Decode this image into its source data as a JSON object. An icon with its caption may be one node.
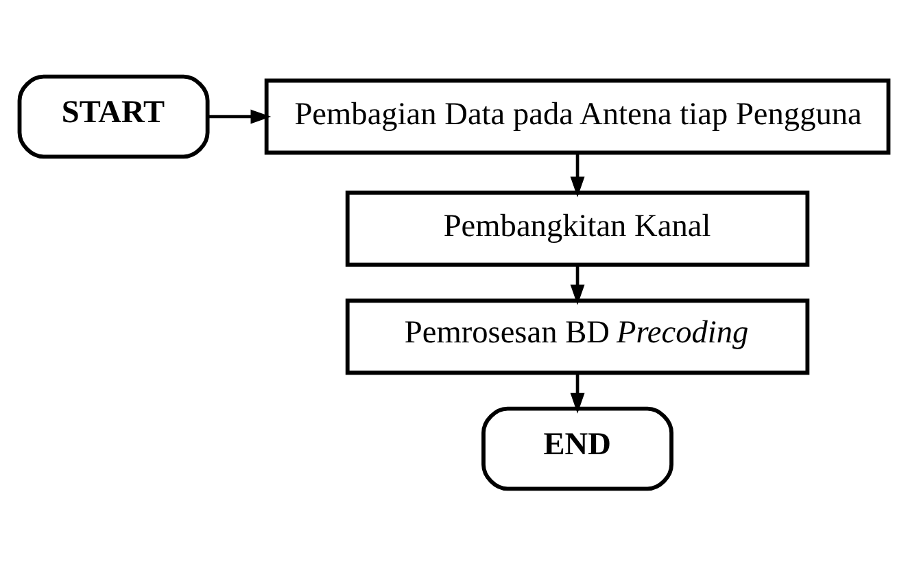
{
  "diagram": {
    "nodes": [
      {
        "text": [
          "START"
        ]
      },
      {
        "text": [
          "Pembagian Data pada Antena tiap Pengguna"
        ]
      },
      {
        "text": [
          "Pembangkitan Kanal"
        ]
      },
      {
        "text": [
          "Pemrosesan BD *Precoding*"
        ]
      },
      {
        "text": [
          "END"
        ]
      }
    ],
    "edges": [
      {
        "from": 0,
        "to": 1,
        "arrow": "to"
      },
      {
        "from": 1,
        "to": 2,
        "arrow": "to"
      },
      {
        "from": 2,
        "to": 3,
        "arrow": "to"
      },
      {
        "from": 3,
        "to": 4,
        "arrow": "to"
      }
    ]
  }
}
